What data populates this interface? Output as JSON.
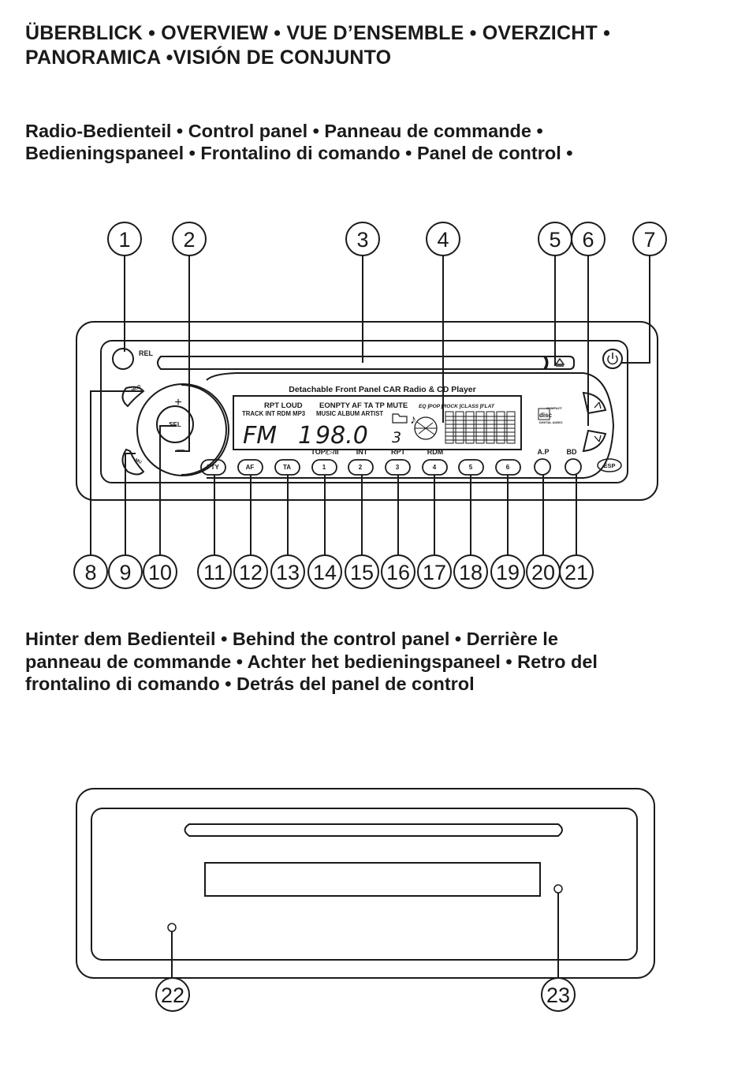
{
  "heading": {
    "line1": "ÜBERBLICK • OVERVIEW • VUE D’ENSEMBLE • OVERZICHT •",
    "line2": "PANORAMICA •VISIÓN DE CONJUNTO"
  },
  "section_front": {
    "line1": "Radio-Bedienteil • Control panel • Panneau de commande •",
    "line2": "Bedieningspaneel • Frontalino di comando • Panel de control •"
  },
  "section_back": {
    "line1": "Hinter dem Bedienteil • Behind the control panel •  Derrière le",
    "line2": "panneau de commande • Achter het bedieningspaneel • Retro del",
    "line3": "frontalino di comando • Detrás del panel de control"
  },
  "front_panel": {
    "product_title": "Detachable Front Panel CAR Radio & CD Player",
    "rel_label": "REL",
    "mod_label": "MOD",
    "mu_label": "MU",
    "sel_label": "SEL",
    "plus": "+",
    "minus": "—",
    "lcd": {
      "row1a": "RPT LOUD",
      "row1b": "EONPTY  AF  TA TP  MUTE",
      "row2a": "TRACK INT  RDM MP3",
      "row2b": "MUSIC  ALBUM ARTIST",
      "band": "FM",
      "preset": "1",
      "frequency": "98.0",
      "track_digit": "3",
      "eq_text": "EQ ∫POP ∫ROCK ∫CLASS ∫FLAT"
    },
    "cd_logo": {
      "top": "COMPACT",
      "mid": "disc",
      "bottom": "DIGITAL AUDIO"
    },
    "button_labels_above": [
      "TOP/▷/II",
      "INT",
      "RPT",
      "RDM",
      "A.P",
      "BD"
    ],
    "buttons": [
      "PTY",
      "AF",
      "TA",
      "1",
      "2",
      "3",
      "4",
      "5",
      "6"
    ],
    "esp_label": "ESP"
  },
  "callouts_top": [
    "1",
    "2",
    "3",
    "4",
    "5",
    "6",
    "7"
  ],
  "callouts_bottom": [
    "8",
    "9",
    "10",
    "11",
    "12",
    "13",
    "14",
    "15",
    "16",
    "17",
    "18",
    "19",
    "20",
    "21"
  ],
  "callouts_back": [
    "22",
    "23"
  ],
  "colors": {
    "ink": "#1a1a1a",
    "background": "#ffffff"
  }
}
